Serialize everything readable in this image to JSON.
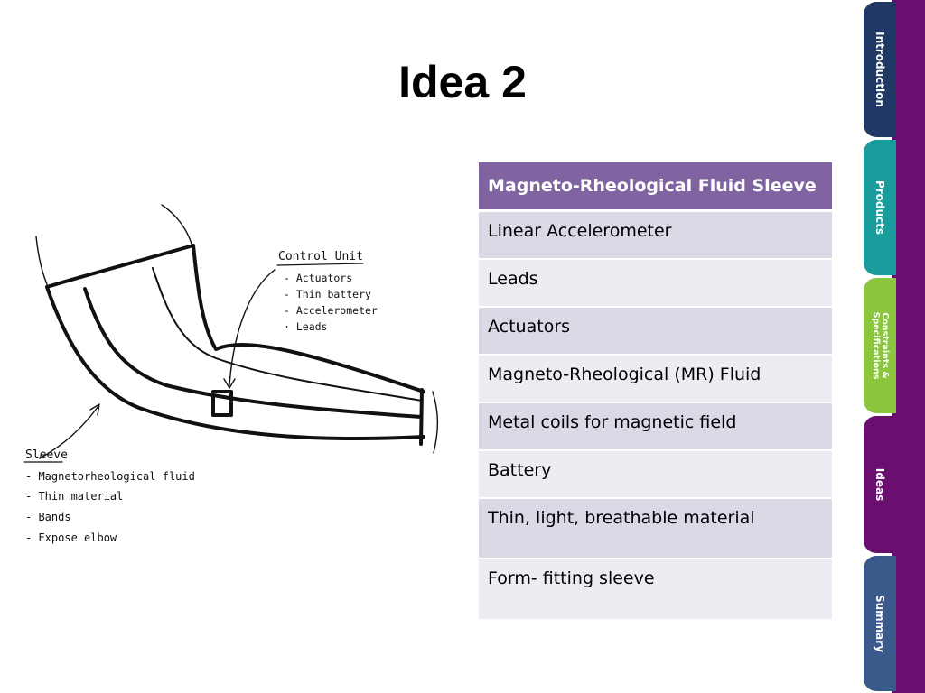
{
  "slide": {
    "title": "Idea 2"
  },
  "sketch": {
    "control_label": "Control Unit",
    "control_items": [
      "- Actuators",
      "- Thin battery",
      "- Accelerometer",
      "· Leads"
    ],
    "sleeve_label": "Sleeve",
    "sleeve_items": [
      "- Magnetorheological fluid",
      "- Thin material",
      "- Bands",
      "- Expose elbow"
    ]
  },
  "table": {
    "header": "Magneto-Rheological Fluid Sleeve",
    "rows": [
      "Linear Accelerometer",
      "Leads",
      "Actuators",
      "Magneto-Rheological (MR) Fluid",
      "Metal coils for magnetic field",
      "Battery",
      "Thin, light, breathable material",
      "Form- fitting sleeve"
    ]
  },
  "nav": {
    "tabs": [
      {
        "label": "Introduction",
        "color": "#1f3864"
      },
      {
        "label": "Products",
        "color": "#1a9c9c"
      },
      {
        "label": "Constraints & Specifications",
        "color": "#8cc63f"
      },
      {
        "label": "Ideas",
        "color": "#6a0f6f"
      },
      {
        "label": "Summary",
        "color": "#3a5a8c"
      }
    ]
  }
}
